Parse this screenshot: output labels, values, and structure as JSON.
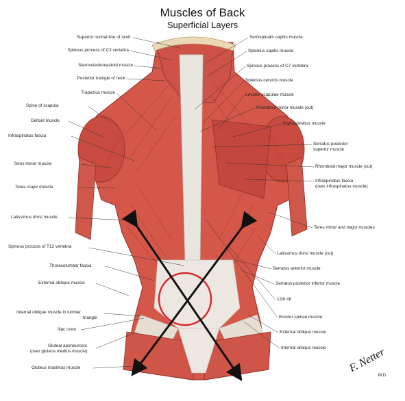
{
  "title": "Muscles of Back",
  "subtitle": "Superficial Layers",
  "labels_left": [
    "Superior nuchal line of skull",
    "Spinous process of C2 vertebra",
    "Sternocleidomastoid muscle",
    "Posterior triangle of neck",
    "Trapezius muscle",
    "Spine of scapula",
    "Deltoid muscle",
    "Infraspinatus fascia",
    "Teres minor muscle",
    "Teres major muscle",
    "Latissimus dorsi muscle",
    "Spinous process of T12 vertebra",
    "Thoracolumbar fascia",
    "External oblique muscle",
    "Internal oblique muscle in lumbar",
    "triangle",
    "Iliac crest",
    "Gluteal aponeurosis",
    "(over gluteus medius muscle)",
    "Gluteus maximus muscle"
  ],
  "labels_right": [
    "Semispinalis capitis muscle",
    "Splenius capitis muscle",
    "Spinous process of C7 vertebra",
    "Splenius cervicis muscle",
    "Levator scapulae muscle",
    "Rhomboid minor muscle (cut)",
    "Supraspinatus muscle",
    "Serratus posterior",
    "superior muscle",
    "Rhomboid major muscle (cut)",
    "Infraspinatus fascia",
    "(over infraspinatus muscle)",
    "Teres minor and major muscles",
    "Latissimus dorsi muscle (cut)",
    "Serratus anterior muscle",
    "Serratus posterior inferior muscle",
    "12th rib",
    "Erector spinae muscle",
    "External oblique muscle",
    "Internal oblique muscle"
  ],
  "signature": "F. Netter",
  "signature_suffix": "M.D.",
  "colors": {
    "muscle": "#d4574a",
    "muscle_dark": "#a83a32",
    "tendon": "#e6e2dc",
    "annotation": "#d8262c",
    "arrow": "#111111"
  }
}
